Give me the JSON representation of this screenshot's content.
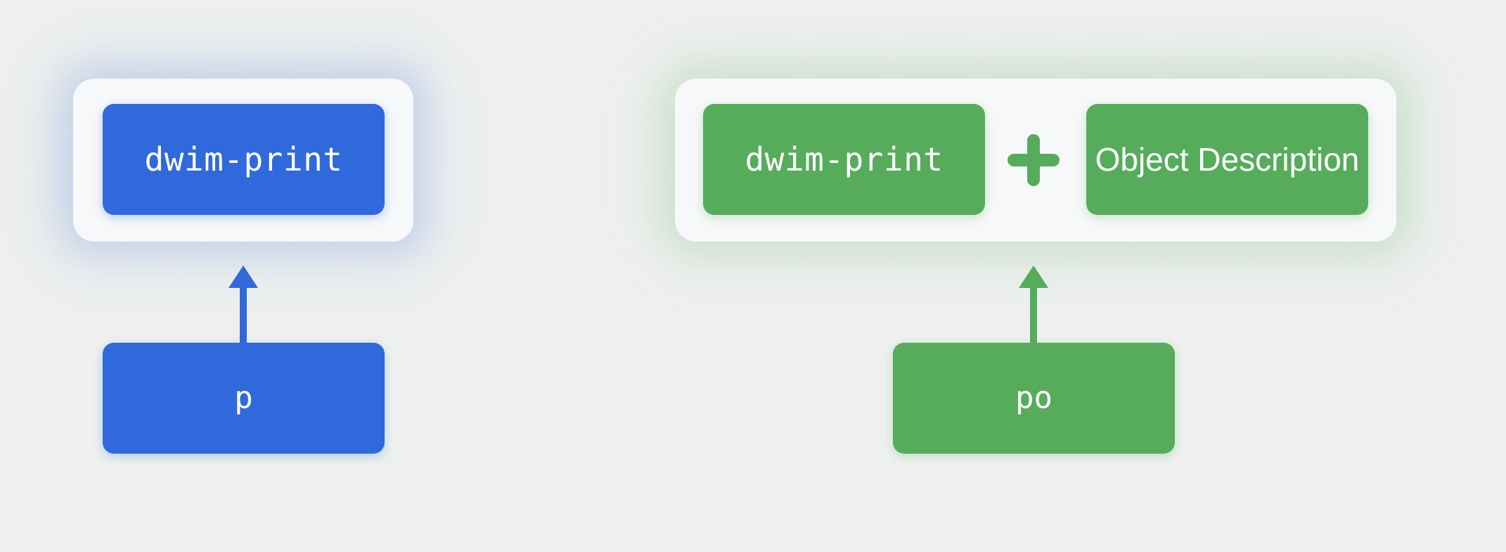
{
  "diagram": {
    "background_color": "#eef0ef",
    "panel_color": "#f7f8f9",
    "groups": [
      {
        "id": "p-command",
        "accent_color": "#3069db",
        "outputs": [
          {
            "label": "dwim-print",
            "style": "mono"
          }
        ],
        "command": {
          "label": "p",
          "style": "mono"
        },
        "arrow": {
          "direction": "up",
          "color": "#3069db"
        }
      },
      {
        "id": "po-command",
        "accent_color": "#56ac5b",
        "outputs": [
          {
            "label": "dwim-print",
            "style": "mono"
          },
          {
            "label": "Object Description",
            "style": "sans"
          }
        ],
        "operator": {
          "symbol": "+",
          "name": "plus-operator",
          "color": "#56ac5b"
        },
        "command": {
          "label": "po",
          "style": "mono"
        },
        "arrow": {
          "direction": "up",
          "color": "#56ac5b"
        }
      }
    ]
  }
}
